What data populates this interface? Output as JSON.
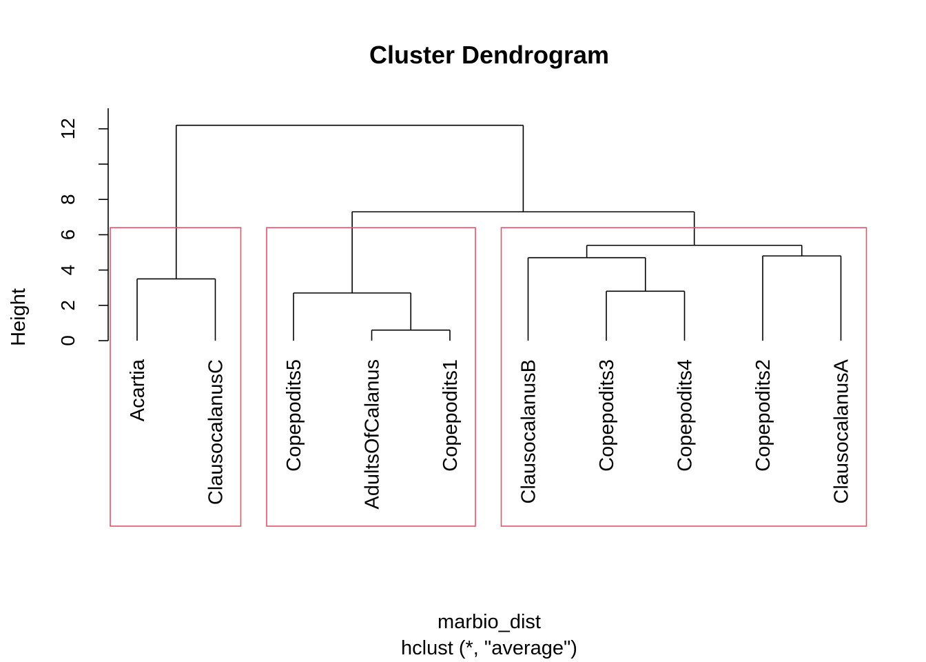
{
  "chart_data": {
    "type": "dendrogram",
    "title": "Cluster Dendrogram",
    "ylabel": "Height",
    "xlabel": "marbio_dist",
    "subtitle": "hclust (*, \"average\")",
    "ylim": [
      0,
      12
    ],
    "yticks": [
      0,
      2,
      4,
      6,
      8,
      10,
      12
    ],
    "ytick_labels": [
      "0",
      "2",
      "4",
      "6",
      "8",
      "",
      "12"
    ],
    "leaves": [
      "Acartia",
      "ClausocalanusC",
      "Copepodits5",
      "AdultsOfCalanus",
      "Copepodits1",
      "ClausocalanusB",
      "Copepodits3",
      "Copepodits4",
      "Copepodits2",
      "ClausocalanusA"
    ],
    "merges": [
      {
        "left": "Acartia",
        "right": "ClausocalanusC",
        "height": 3.5
      },
      {
        "left": "AdultsOfCalanus",
        "right": "Copepodits1",
        "height": 0.6
      },
      {
        "left": "Copepodits5",
        "right": "[AdultsOfCalanus, Copepodits1]",
        "height": 2.7
      },
      {
        "left": "Copepodits3",
        "right": "Copepodits4",
        "height": 2.8
      },
      {
        "left": "ClausocalanusB",
        "right": "[Copepodits3, Copepodits4]",
        "height": 4.7
      },
      {
        "left": "Copepodits2",
        "right": "ClausocalanusA",
        "height": 4.8
      },
      {
        "left": "[ClausocalanusB, Copepodits3, Copepodits4]",
        "right": "[Copepodits2, ClausocalanusA]",
        "height": 5.4
      },
      {
        "left": "[Copepodits5, AdultsOfCalanus, Copepodits1]",
        "right": "[ClausocalanusB, Copepodits3, Copepodits4, Copepodits2, ClausocalanusA]",
        "height": 7.3
      },
      {
        "left": "[Acartia, ClausocalanusC]",
        "right": "[all other leaves]",
        "height": 12.2
      }
    ],
    "cluster_boxes": [
      {
        "leaves": [
          "Acartia",
          "ClausocalanusC"
        ]
      },
      {
        "leaves": [
          "Copepodits5",
          "AdultsOfCalanus",
          "Copepodits1"
        ]
      },
      {
        "leaves": [
          "ClausocalanusB",
          "Copepodits3",
          "Copepodits4",
          "Copepodits2",
          "ClausocalanusA"
        ]
      }
    ],
    "cluster_box_cut_height": 6.4,
    "colors": {
      "tree": "#000000",
      "cluster_box": "#DF536B"
    }
  }
}
